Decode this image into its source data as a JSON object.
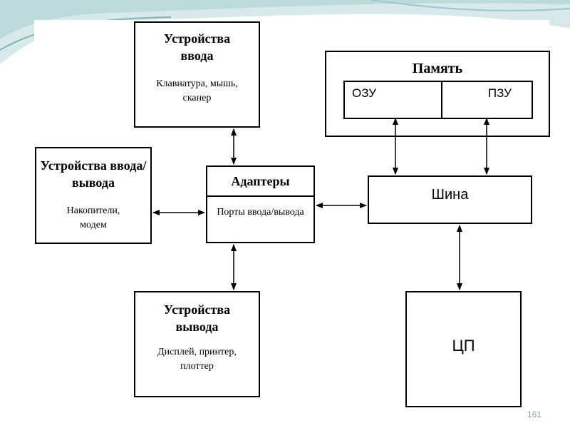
{
  "diagram": {
    "input_devices": {
      "title": "Устройства ввода",
      "detail": "Клавиатура, мышь, сканер"
    },
    "io_devices": {
      "title": "Устройства ввода/вывода",
      "detail": "Накопители, модем"
    },
    "adapters": {
      "title": "Адаптеры",
      "ports": "Порты ввода/вывода"
    },
    "output_devices": {
      "title": "Устройства вывода",
      "detail": "Дисплей, принтер, плоттер"
    },
    "memory": {
      "title": "Память",
      "ram": "ОЗУ",
      "rom": "ПЗУ"
    },
    "bus": {
      "title": "Шина"
    },
    "cpu": {
      "title": "ЦП"
    }
  },
  "slide": {
    "page_number": "161"
  },
  "colors": {
    "decor_dark": "#4f8a8b",
    "decor_light": "#bcd9dc",
    "border": "#000000",
    "page_number": "#8aa0b0"
  }
}
